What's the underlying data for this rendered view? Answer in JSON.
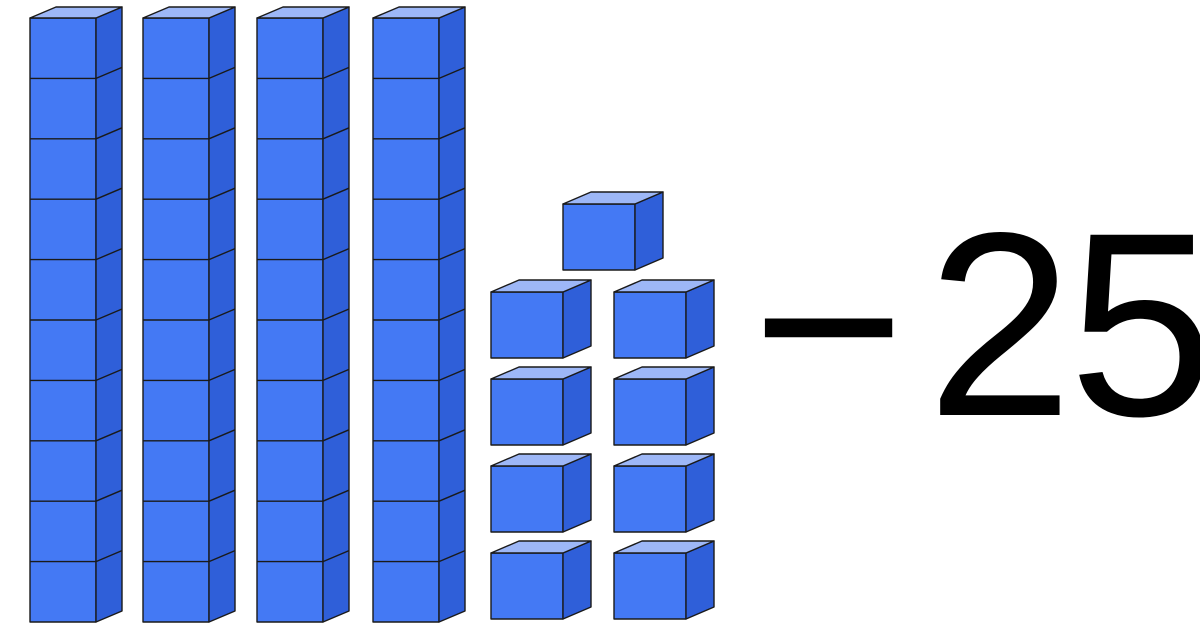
{
  "blocks": {
    "rods": 4,
    "units_per_rod": 10,
    "ones": 9,
    "colors": {
      "front": "#4479f4",
      "top": "#9db7f7",
      "side": "#2f5fd9",
      "edge": "#1a1a1a"
    }
  },
  "expression": {
    "operator": "−",
    "value": "25"
  }
}
